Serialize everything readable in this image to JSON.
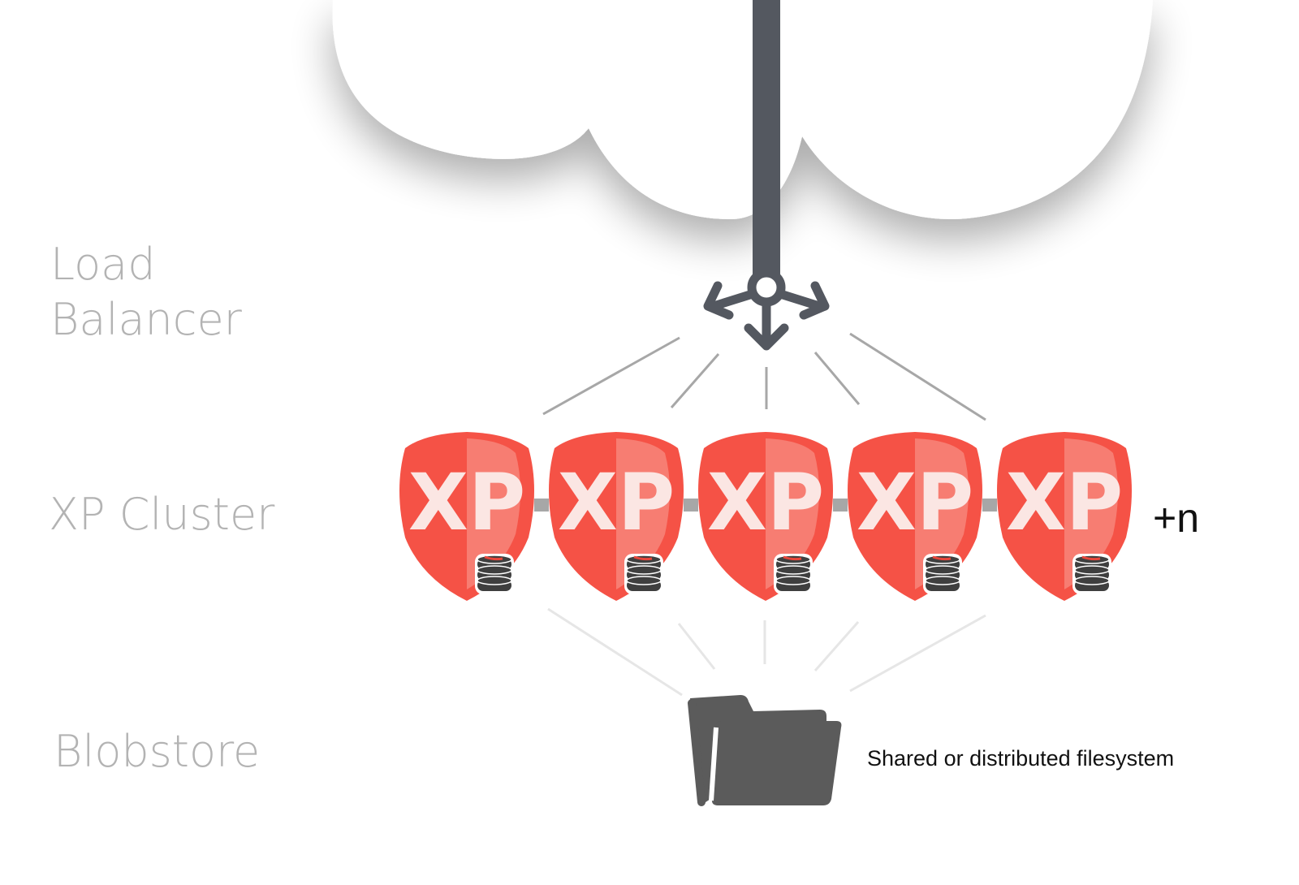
{
  "labels": {
    "load_balancer_line1": "Load",
    "load_balancer_line2": "Balancer",
    "xp_cluster": "XP Cluster",
    "blobstore": "Blobstore"
  },
  "cluster": {
    "node_label": "XP",
    "node_count": 5,
    "more_nodes": "+n"
  },
  "filesystem": {
    "caption": "Shared or distributed filesystem"
  },
  "colors": {
    "shield": "#f55246",
    "shield_highlight": "#f77d72",
    "node_text": "#fbe6e3",
    "database": "#3f3f3f",
    "database_accent": "#e8473b",
    "load_balancer": "#545860",
    "folder": "#5b5b5b",
    "connector": "#a7a7a7",
    "label": "#b3b3b3"
  },
  "icons": {
    "cloud": "cloud-icon",
    "load_balancer": "load-balancer-icon",
    "node": "xp-shield-icon",
    "database": "database-icon",
    "folder": "folder-icon"
  }
}
